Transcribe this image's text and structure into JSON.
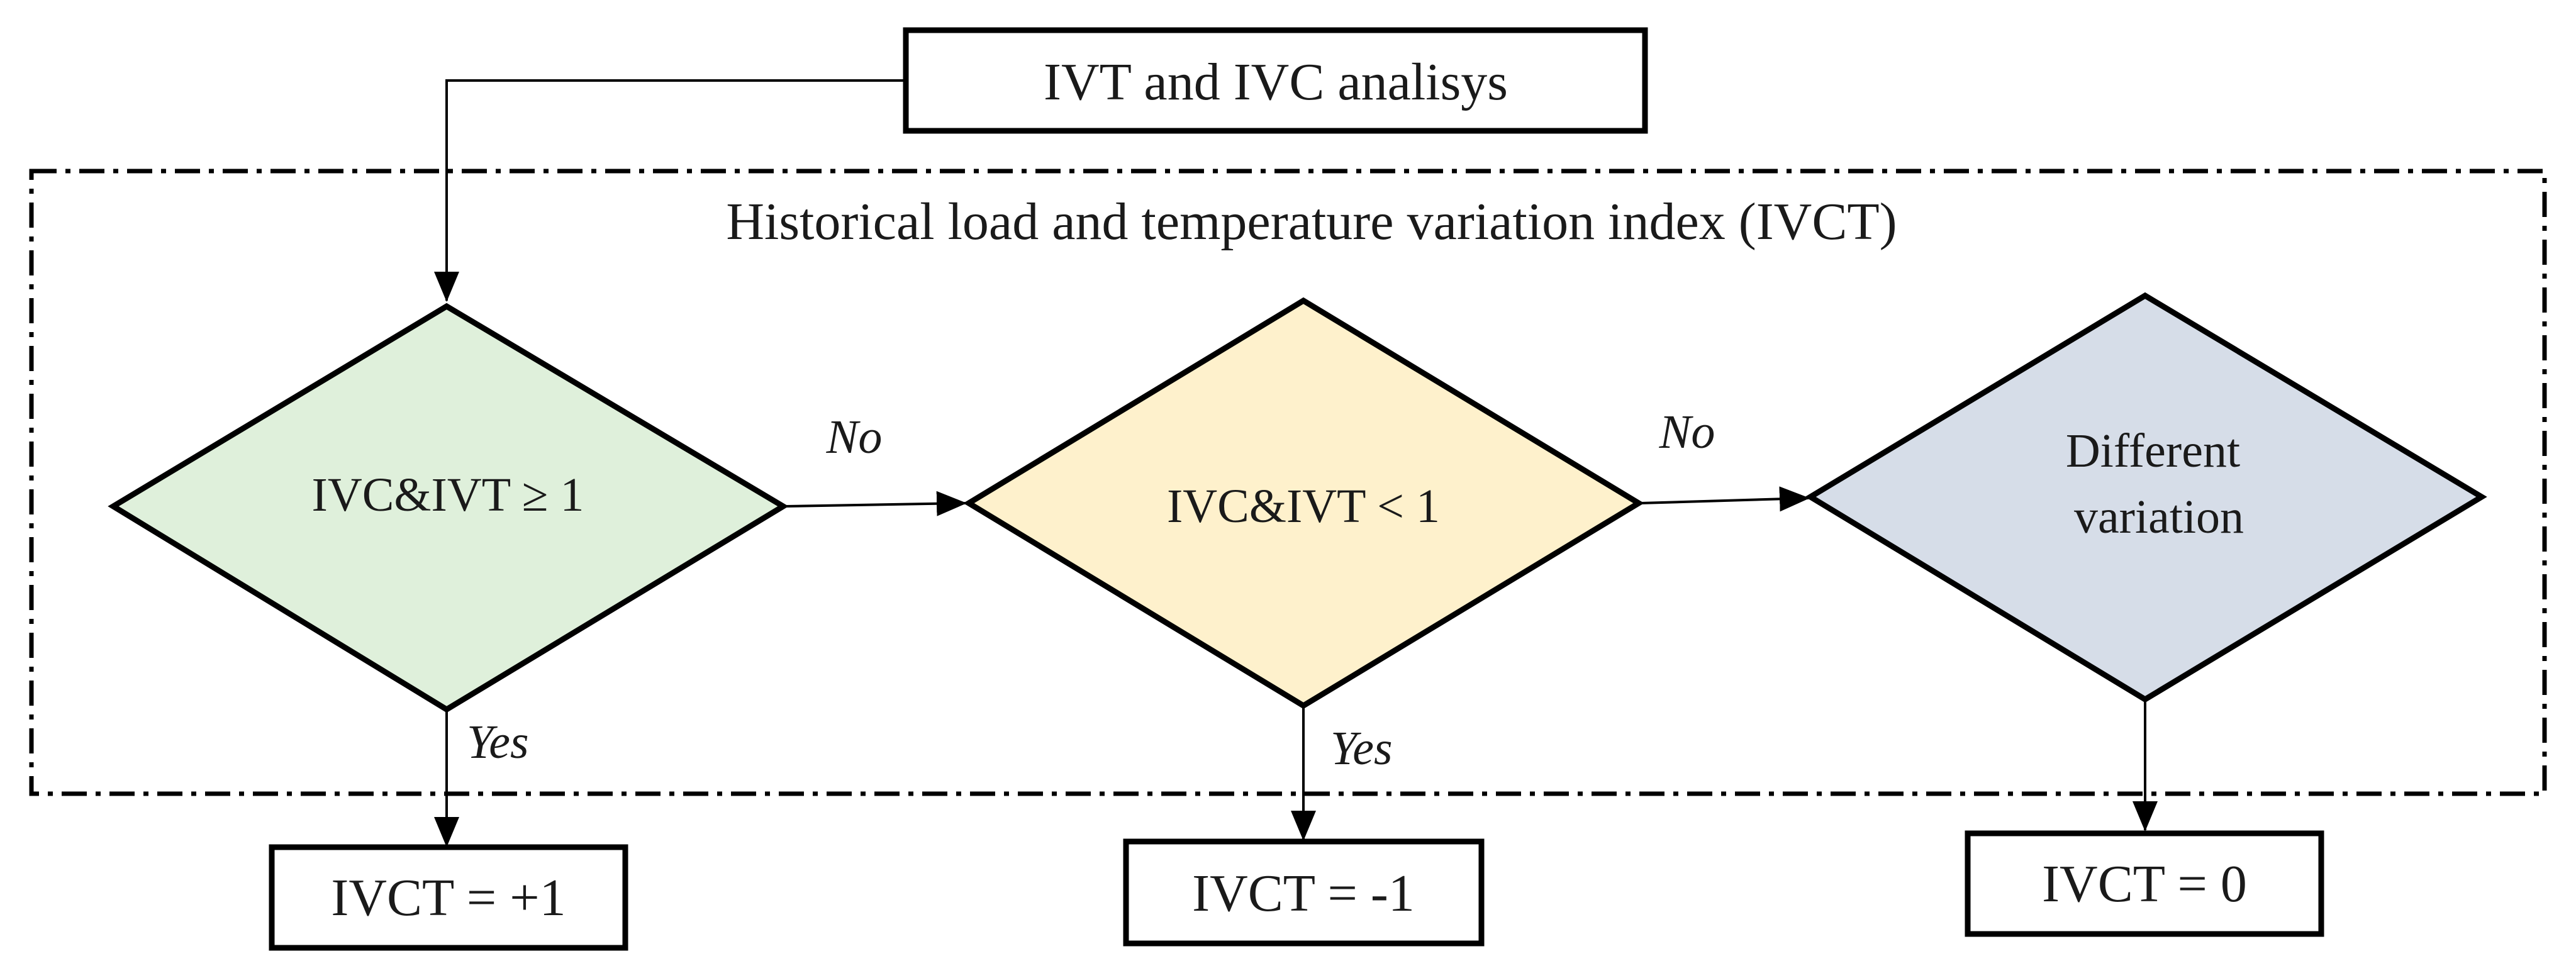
{
  "start_box": {
    "label": "IVT and IVC analisys"
  },
  "group": {
    "title": "Historical load and temperature variation index (IVCT)"
  },
  "decisions": [
    {
      "label_lines": [
        "IVC&IVT ≥ 1"
      ],
      "fill": "#dff0db"
    },
    {
      "label_lines": [
        "IVC&IVT < 1"
      ],
      "fill": "#fef1cc"
    },
    {
      "label_lines": [
        "Different",
        "variation"
      ],
      "fill": "#d6dde8"
    }
  ],
  "edge_labels": {
    "no_1": "No",
    "no_2": "No",
    "yes_1": "Yes",
    "yes_2": "Yes"
  },
  "results": [
    {
      "label": "IVCT = +1"
    },
    {
      "label": "IVCT = -1"
    },
    {
      "label": "IVCT = 0"
    }
  ],
  "colors": {
    "stroke": "#000000",
    "text": "#1a1a1a"
  }
}
